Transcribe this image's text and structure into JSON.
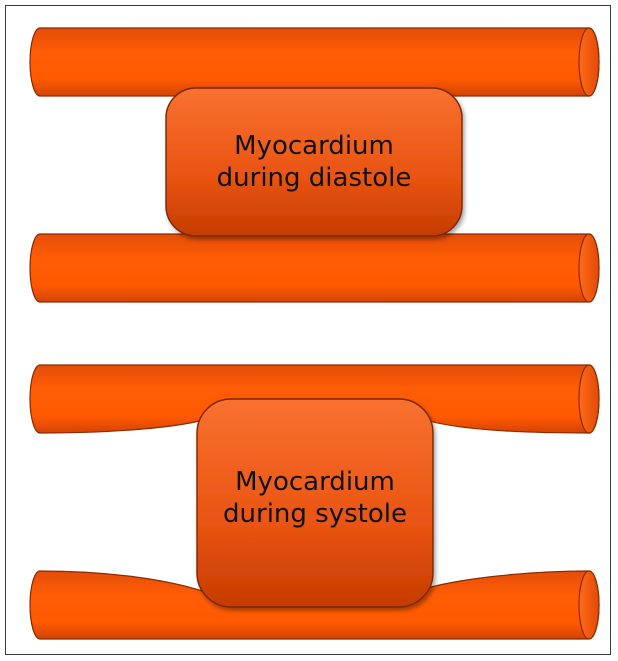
{
  "diagram": {
    "panels": [
      {
        "id": "diastole",
        "label_line1": "Myocardium",
        "label_line2": "during diastole"
      },
      {
        "id": "systole",
        "label_line1": "Myocardium",
        "label_line2": "during systole"
      }
    ],
    "colors": {
      "vessel_fill_top": "#f4580e",
      "vessel_fill_mid": "#ff5a00",
      "vessel_fill_bottom": "#d64405",
      "vessel_stroke": "#8a2a00",
      "block_fill_light": "#f56a25",
      "block_fill_dark": "#c83d00",
      "block_stroke": "#7a2600",
      "label_text": "#111111",
      "frame_border": "#3a3a3a"
    }
  }
}
